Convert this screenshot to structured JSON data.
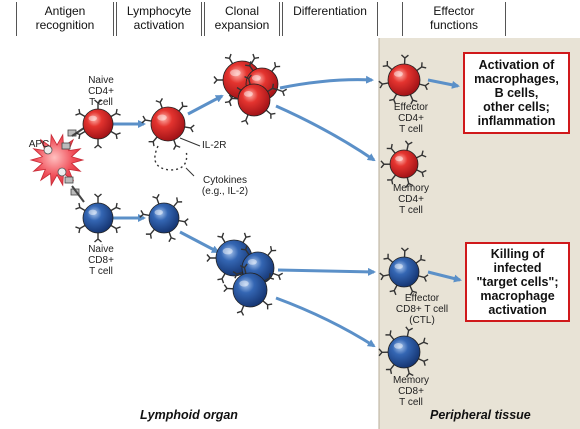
{
  "headers": {
    "antigen_recognition": "Antigen\nrecognition",
    "lymphocyte_activation": "Lymphocyte\nactivation",
    "clonal_expansion": "Clonal\nexpansion",
    "differentiation": "Differentiation",
    "effector_functions": "Effector\nfunctions"
  },
  "labels": {
    "apc": "APC",
    "naive_cd4": "Naive\nCD4+\nT cell",
    "naive_cd8": "Naive\nCD8+\nT cell",
    "il2r": "IL-2R",
    "cytokines": "Cytokines\n(e.g., IL-2)",
    "effector_cd4": "Effector\nCD4+\nT cell",
    "memory_cd4": "Memory\nCD4+\nT cell",
    "effector_cd8": "Effector\nCD8+ T cell\n(CTL)",
    "memory_cd8": "Memory\nCD8+\nT cell"
  },
  "boxes": {
    "cd4_function": "Activation of\nmacrophages,\nB cells,\nother cells;\ninflammation",
    "cd8_function": "Killing of\ninfected\n\"target cells\";\nmacrophage\nactivation"
  },
  "footer": {
    "lymphoid_organ": "Lymphoid organ",
    "peripheral_tissue": "Peripheral tissue"
  },
  "colors": {
    "cd4_cell": "#d9232a",
    "cd8_cell": "#2d63ad",
    "apc_cell": "#f0505a",
    "arrow": "#5b90c8",
    "box_border": "#d0191b",
    "tissue_background": "#e8e3d6"
  }
}
